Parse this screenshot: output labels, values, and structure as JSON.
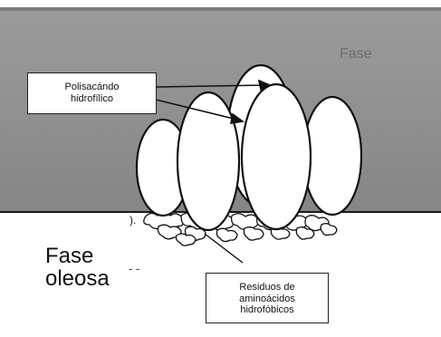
{
  "labels": {
    "aqueous_phase": "Fase",
    "oil_phase": "Fase\noleosa",
    "polysaccharide": "Polisacándo\nhidrofílico",
    "amino_residues": "Residuos de\naminoácidos\nhidrofóbicos"
  },
  "colors": {
    "aqueous_phase": "#8a8a8a",
    "oil_phase": "#ffffff",
    "ellipse_fill": "#ffffff",
    "outline": "#111111",
    "interface_line": "#1a1a1a"
  }
}
